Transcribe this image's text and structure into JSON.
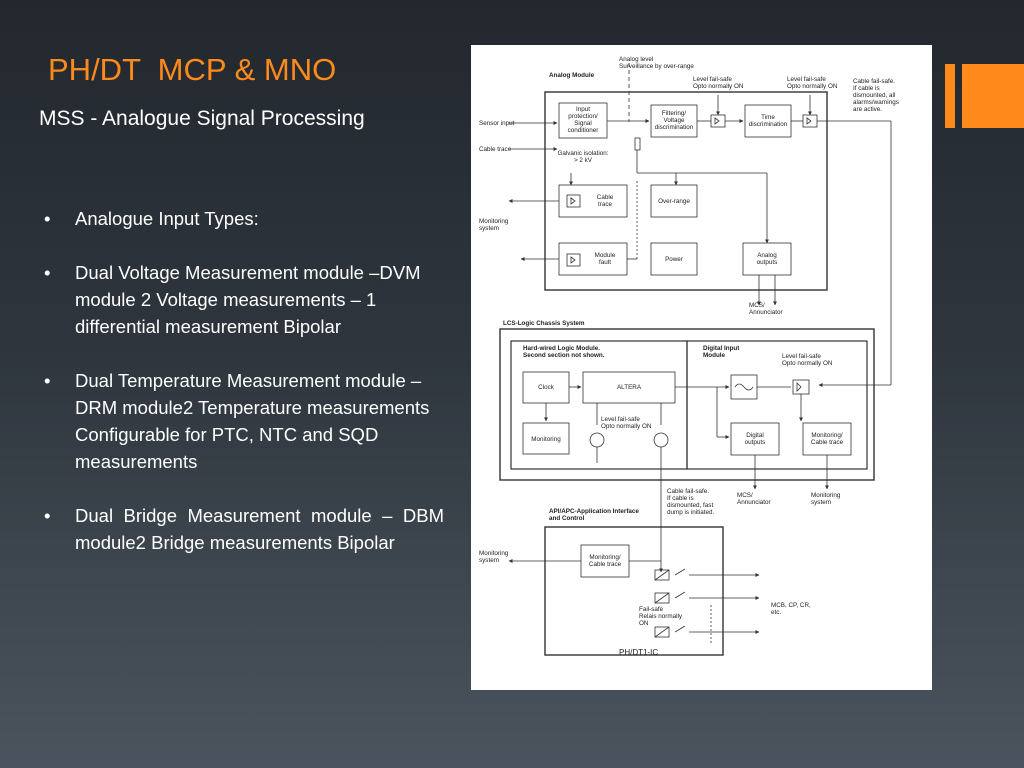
{
  "slide": {
    "title": "PH/DT  MCP & MNO",
    "subtitle": "MSS - Analogue Signal Processing",
    "bullets": [
      "Analogue Input Types:",
      "Dual Voltage Measurement module –DVM module 2 Voltage measurements – 1 differential measurement Bipolar",
      "Dual Temperature Measurement module – DRM module2 Temperature measurements Configurable for PTC, NTC and SQD measurements",
      "Dual Bridge Measurement module – DBM module2 Bridge measurements Bipolar"
    ],
    "bullet_symbol": "•",
    "accent_color": "#ff8a1c"
  },
  "diagram": {
    "analog_module": {
      "title": "Analog Module",
      "surveillance": [
        "Analog level",
        "Surveillance by over-range"
      ],
      "failsafe_1": [
        "Level fail-safe",
        "Opto normally ON"
      ],
      "failsafe_2": [
        "Level fail-safe",
        "Opto normally ON"
      ],
      "cable_failsafe": [
        "Cable fail-safe.",
        "If cable is",
        "dismounted, all",
        "alarms/warnings",
        "are active."
      ],
      "sensor_input": "Sensor input",
      "cable_trace_in": "Cable trace",
      "input_protection": [
        "Input",
        "protection/",
        "Signal",
        "conditioner"
      ],
      "galvanic": [
        "Galvanic isolation:",
        "> 2 kV"
      ],
      "filtering": [
        "Filtering/",
        "Voltage",
        "discrimination"
      ],
      "time_disc": [
        "Time",
        "discrimination"
      ],
      "cable_trace_box": [
        "Cable",
        "trace"
      ],
      "over_range": "Over-range",
      "monitoring_system": [
        "Monitoring",
        "system"
      ],
      "module_fault": [
        "Module",
        "fault"
      ],
      "power": "Power",
      "analog_outputs": [
        "Analog",
        "outputs"
      ],
      "mcs_annunciator": [
        "MCS/",
        "Annunciator"
      ]
    },
    "lcs": {
      "title": "LCS-Logic Chassis System",
      "hardwired": [
        "Hard-wired Logic Module.",
        "Second section not shown."
      ],
      "clock": "Clock",
      "altera": "ALTERA",
      "monitoring": "Monitoring",
      "failsafe": [
        "Level fail-safe",
        "Opto normally ON"
      ],
      "digital_input": [
        "Digital Input",
        "Module"
      ],
      "failsafe_di": [
        "Level fail-safe",
        "Opto normally ON"
      ],
      "digital_outputs": [
        "Digital",
        "outputs"
      ],
      "monitoring_cable": [
        "Monitoring/",
        "Cable trace"
      ]
    },
    "bottom": {
      "cable_failsafe": [
        "Cable fail-safe.",
        "If cable is",
        "dismounted, fast",
        "dump is initiated."
      ],
      "mcs_annunciator": [
        "MCS/",
        "Annunciator"
      ],
      "monitoring_system": [
        "Monitoring",
        "system"
      ],
      "api_title": [
        "API/APC-Application Interface",
        "and Control"
      ],
      "monitoring_system_left": [
        "Monitoring",
        "system"
      ],
      "monitoring_cable": [
        "Monitoring/",
        "Cable trace"
      ],
      "failsafe_relais": [
        "Fail-safe",
        "Relais normally",
        "ON"
      ],
      "mcb_label": [
        "MCB, CP, CR,",
        "etc."
      ],
      "caption": "PH/DT1-IC"
    }
  }
}
